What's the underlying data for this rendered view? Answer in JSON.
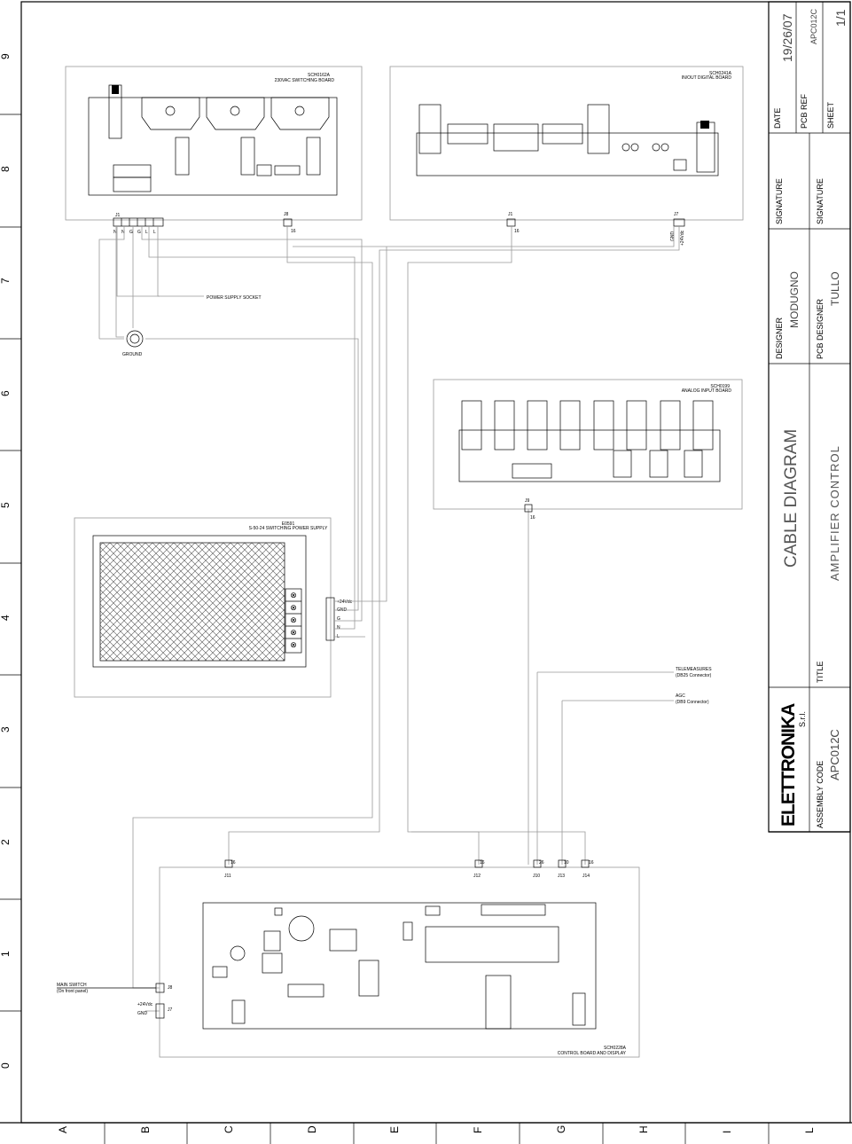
{
  "title_block": {
    "date_label": "DATE",
    "date_value": "19/26/07",
    "pcb_ref_label": "PCB REF",
    "pcb_ref_value": "APC012C",
    "sheet_label": "SHEET",
    "sheet_value": "1/1",
    "signature_label": "SIGNATURE",
    "signature2_label": "SIGNATURE",
    "designer_label": "DESIGNER",
    "designer_value": "MODUGNO",
    "pcb_designer_label": "PCB DESIGNER",
    "pcb_designer_value": "TULLO",
    "drawing_title": "CABLE DIAGRAM",
    "subtitle": "AMPLIFIER CONTROL",
    "title_label": "TITLE",
    "assembly_code_label": "ASSEMBLY CODE",
    "assembly_code_value": "APC012C",
    "logo": "ELETTRONIKA",
    "logo_suffix": "S.r.l."
  },
  "grid": {
    "rows": [
      "9",
      "8",
      "7",
      "6",
      "5",
      "4",
      "3",
      "2",
      "1",
      "0"
    ],
    "columns": [
      "A",
      "B",
      "C",
      "D",
      "E",
      "F",
      "G",
      "H",
      "I",
      "L"
    ]
  },
  "boards": {
    "switching_board": {
      "code": "SCH0162A",
      "name": "230VAC SWITCHING BOARD"
    },
    "digital_board": {
      "code": "SCH0241A",
      "name": "IN/OUT DIGITAL BOARD"
    },
    "analog_board": {
      "code": "SCH0199",
      "name": "ANALOG INPUT BOARD"
    },
    "power_supply": {
      "code": "E0591",
      "name": "S-50-24 SWITCHING POWER SUPPLY"
    },
    "control_board": {
      "code": "SCH0228A",
      "name": "CONTROL BOARD AND DISPLAY"
    }
  },
  "connectors": {
    "sw_j1": "J1",
    "sw_j1_pins": [
      "N",
      "N",
      "G",
      "G",
      "L",
      "L"
    ],
    "sw_j8": "J8",
    "sw_j8_pins": "16",
    "dig_j1": "J1",
    "dig_j1_pins": "16",
    "dig_j7": "J7",
    "dig_j7_pins": [
      "GND",
      "+24Vdc"
    ],
    "ana_j9": "J9",
    "ana_j9_pins": "16",
    "psu_pins": [
      "+24Vdc",
      "GND",
      "G",
      "N",
      "L"
    ],
    "cb_j11": "J11",
    "cb_j11_pins": "16",
    "cb_j12": "J12",
    "cb_j12_pins": "16",
    "cb_j10": "J10",
    "cb_j10_pins": "26",
    "cb_j13": "J13",
    "cb_j13_pins": "10",
    "cb_j14": "J14",
    "cb_j14_pins": "16",
    "cb_j8": "J8",
    "cb_j7": "J7",
    "cb_j7_pins": [
      "+24Vdc",
      "GND"
    ]
  },
  "labels": {
    "power_supply_socket": "POWER SUPPLY SOCKET",
    "ground": "GROUND",
    "telemeasures": "TELEMEASURES",
    "telemeasures_conn": "(DB25 Connector)",
    "agc": "AGC",
    "agc_conn": "(DB9 Connector)",
    "main_switch": "MAIN SWITCH",
    "main_switch_note": "(On front panel)"
  }
}
